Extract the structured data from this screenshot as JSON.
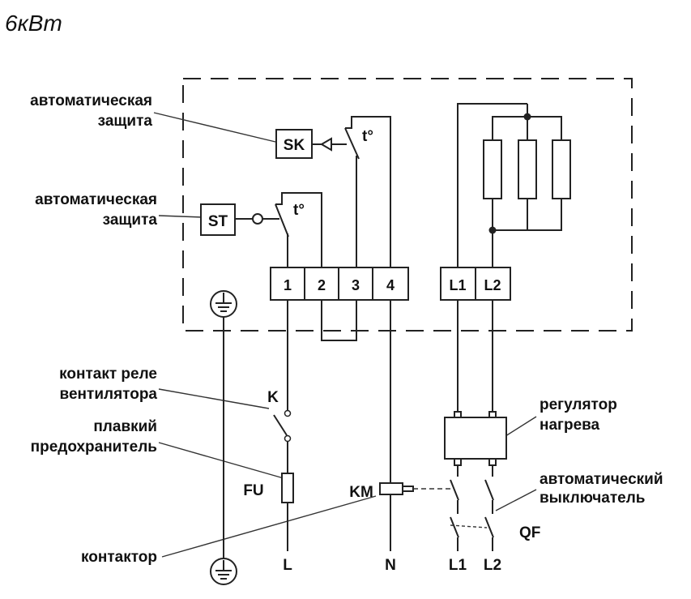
{
  "title": "6кВт",
  "labels": {
    "auto_protection_1": [
      "автоматическая",
      "защита"
    ],
    "auto_protection_2": [
      "автоматическая",
      "защита"
    ],
    "fan_relay_contact": [
      "контакт реле",
      "вентилятора"
    ],
    "fuse": [
      "плавкий",
      "предохранитель"
    ],
    "contactor": "контактор",
    "heat_regulator": [
      "регулятор",
      "нагрева"
    ],
    "circuit_breaker": [
      "автоматический",
      "выключатель"
    ]
  },
  "components": {
    "sk": "SK",
    "st": "ST",
    "thermo_1": "t°",
    "thermo_2": "t°",
    "k": "K",
    "fu": "FU",
    "km": "KM",
    "qf": "QF"
  },
  "terminals": [
    "1",
    "2",
    "3",
    "4",
    "L1",
    "L2"
  ],
  "supply": {
    "l": "L",
    "n": "N",
    "l1": "L1",
    "l2": "L2"
  }
}
